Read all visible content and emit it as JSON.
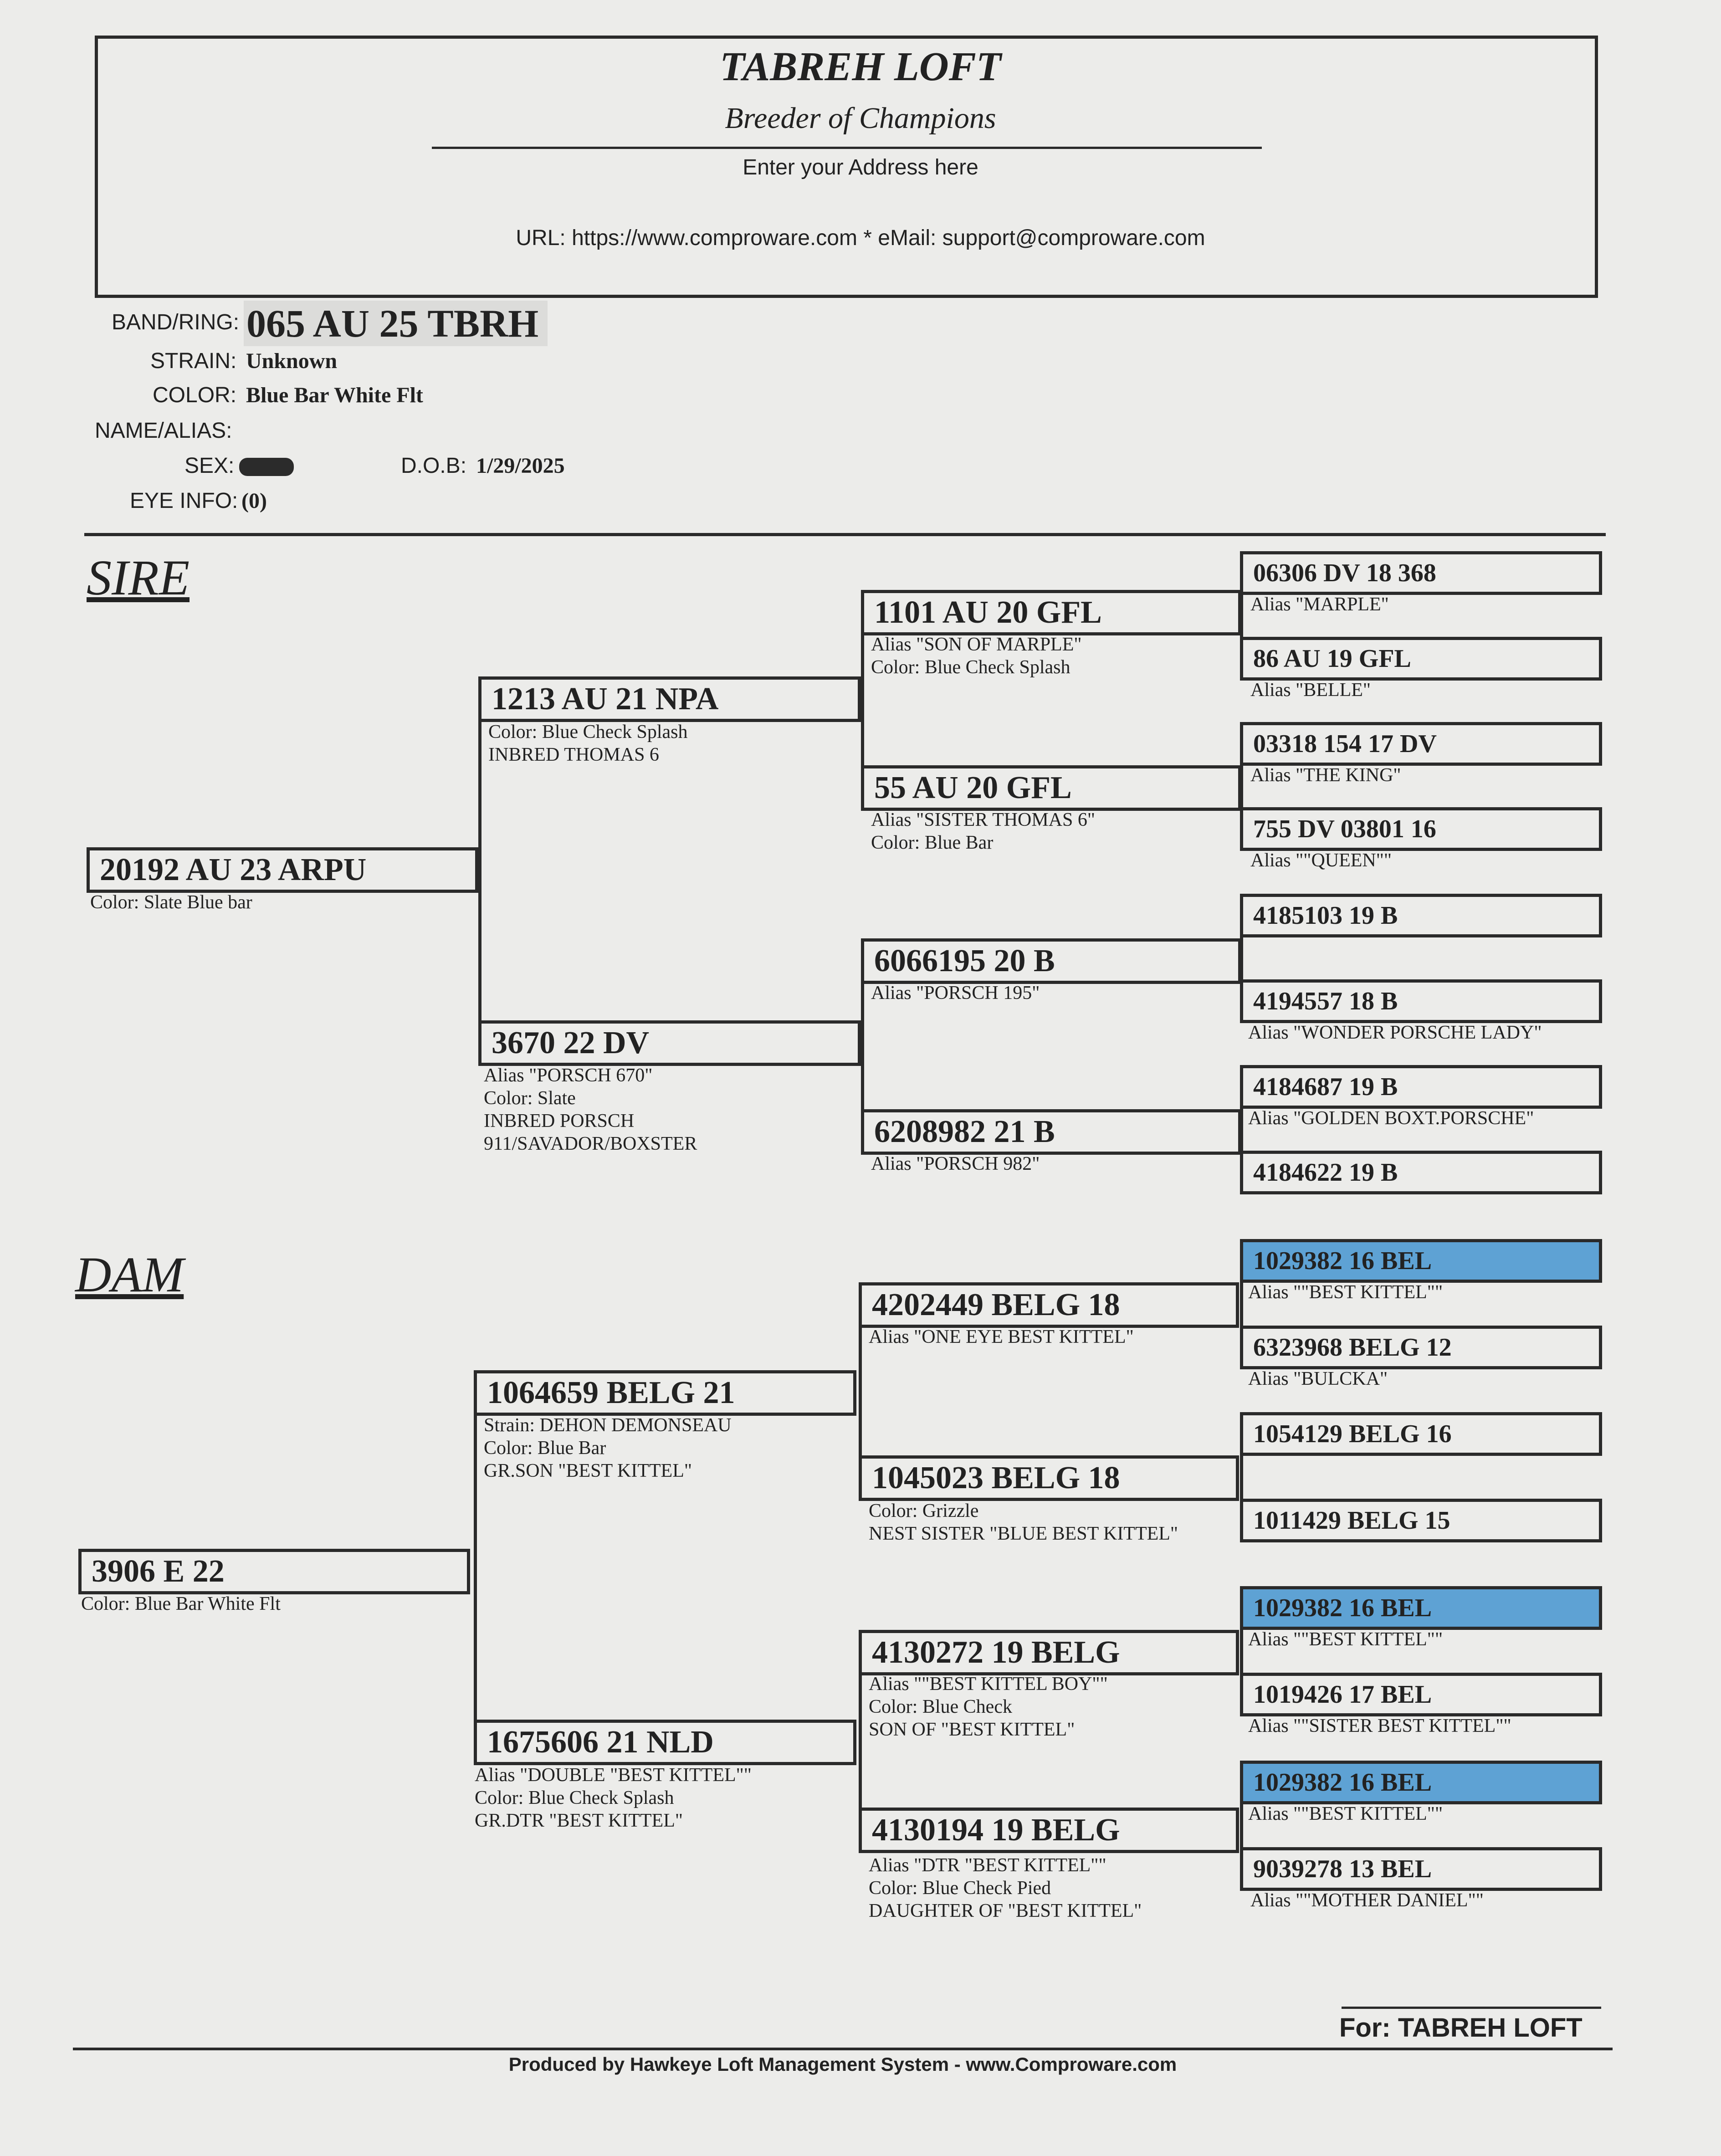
{
  "header": {
    "title": "TABREH LOFT",
    "subtitle": "Breeder of Champions",
    "address": "Enter your Address here",
    "contact": "URL: https://www.comproware.com * eMail: support@comproware.com"
  },
  "bird": {
    "band_label": "BAND/RING:",
    "band": "065 AU 25 TBRH",
    "strain_label": "STRAIN:",
    "strain": "Unknown",
    "color_label": "COLOR:",
    "color": "Blue Bar White Flt",
    "name_label": "NAME/ALIAS:",
    "sex_label": "SEX:",
    "dob_label": "D.O.B:",
    "dob": "1/29/2025",
    "eye_label": "EYE INFO:",
    "eye": "(0)"
  },
  "sections": {
    "sire": "SIRE",
    "dam": "DAM"
  },
  "sire": {
    "ring": "20192 AU 23 ARPU",
    "info": [
      "Color: Slate Blue bar"
    ],
    "gen2": [
      {
        "ring": "1213 AU 21 NPA",
        "info": [
          "Color: Blue Check Splash",
          "INBRED THOMAS 6"
        ]
      },
      {
        "ring": "3670 22 DV",
        "info": [
          "Alias \"PORSCH 670\"",
          "Color: Slate",
          "INBRED PORSCH",
          "911/SAVADOR/BOXSTER"
        ]
      }
    ],
    "gen3": [
      {
        "ring": "1101 AU 20 GFL",
        "info": [
          "Alias \"SON OF MARPLE\"",
          "Color: Blue Check Splash"
        ]
      },
      {
        "ring": "55 AU 20 GFL",
        "info": [
          "Alias \"SISTER THOMAS 6\"",
          "Color: Blue Bar"
        ]
      },
      {
        "ring": "6066195 20 B",
        "info": [
          "Alias \"PORSCH 195\""
        ]
      },
      {
        "ring": "6208982 21 B",
        "info": [
          "Alias \"PORSCH 982\""
        ]
      }
    ],
    "gen4": [
      {
        "ring": "06306 DV 18 368",
        "info": "Alias \"MARPLE\""
      },
      {
        "ring": "86 AU 19 GFL",
        "info": "Alias \"BELLE\""
      },
      {
        "ring": "03318 154 17 DV",
        "info": "Alias \"THE KING\""
      },
      {
        "ring": "755 DV 03801 16",
        "info": "Alias \"\"QUEEN\"\""
      },
      {
        "ring": "4185103 19 B",
        "info": ""
      },
      {
        "ring": "4194557 18 B",
        "info": "Alias \"WONDER PORSCHE LADY\""
      },
      {
        "ring": "4184687 19 B",
        "info": "Alias \"GOLDEN BOXT.PORSCHE\""
      },
      {
        "ring": "4184622 19 B",
        "info": ""
      }
    ]
  },
  "dam": {
    "ring": "3906 E 22",
    "info": [
      "Color: Blue Bar White Flt"
    ],
    "gen2": [
      {
        "ring": "1064659 BELG 21",
        "info": [
          "Strain: DEHON DEMONSEAU",
          "Color: Blue Bar",
          "GR.SON \"BEST KITTEL\""
        ]
      },
      {
        "ring": "1675606 21 NLD",
        "info": [
          "Alias \"DOUBLE \"BEST KITTEL\"\"",
          "Color: Blue Check Splash",
          "GR.DTR \"BEST KITTEL\""
        ]
      }
    ],
    "gen3": [
      {
        "ring": "4202449 BELG 18",
        "info": [
          "Alias \"ONE EYE BEST KITTEL\""
        ]
      },
      {
        "ring": "1045023 BELG 18",
        "info": [
          "Color: Grizzle",
          "NEST SISTER \"BLUE BEST KITTEL\""
        ]
      },
      {
        "ring": "4130272 19 BELG",
        "info": [
          "Alias \"\"BEST KITTEL BOY\"\"",
          "Color: Blue Check",
          "SON OF \"BEST KITTEL\""
        ]
      },
      {
        "ring": "4130194 19 BELG",
        "info": [
          "Alias \"DTR \"BEST KITTEL\"\"",
          "Color: Blue Check Pied",
          "DAUGHTER OF \"BEST KITTEL\""
        ]
      }
    ],
    "gen4": [
      {
        "ring": "1029382 16 BEL",
        "info": "Alias \"\"BEST KITTEL\"\""
      },
      {
        "ring": "6323968 BELG 12",
        "info": "Alias \"BULCKA\""
      },
      {
        "ring": "1054129 BELG 16",
        "info": ""
      },
      {
        "ring": "1011429 BELG 15",
        "info": ""
      },
      {
        "ring": "1029382 16 BEL",
        "info": "Alias \"\"BEST KITTEL\"\""
      },
      {
        "ring": "1019426 17 BEL",
        "info": "Alias \"\"SISTER BEST KITTEL\"\""
      },
      {
        "ring": "1029382 16 BEL",
        "info": "Alias \"\"BEST KITTEL\"\""
      },
      {
        "ring": "9039278 13 BEL",
        "info": "Alias \"\"MOTHER DANIEL\"\""
      }
    ]
  },
  "footer": {
    "for": "For: TABREH LOFT",
    "produced": "Produced by Hawkeye Loft Management System - www.Comproware.com"
  },
  "colors": {
    "highlight": "#5ea2d4",
    "paper": "#ececea",
    "ink": "#2a2a2a"
  }
}
